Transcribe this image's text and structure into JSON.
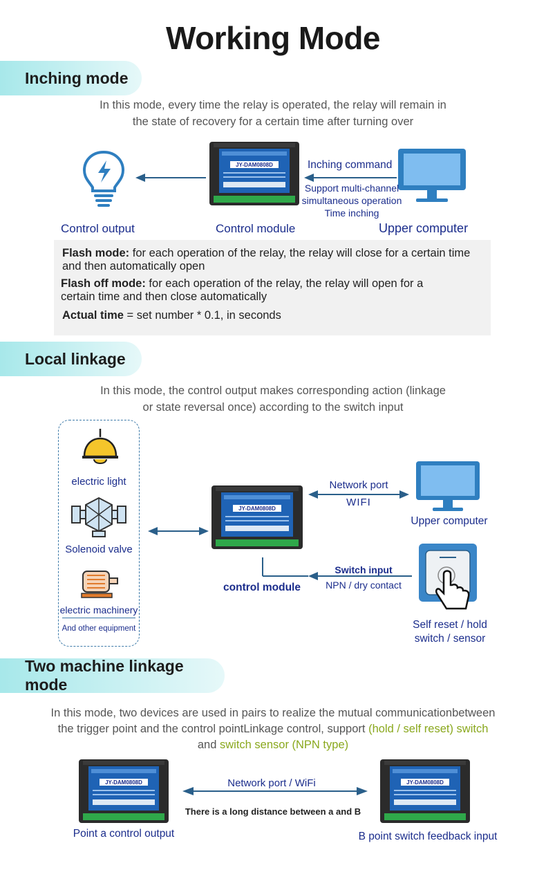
{
  "title": "Working Mode",
  "inching": {
    "heading": "Inching mode",
    "desc_line1": "In this mode, every time the relay is operated, the relay will remain in",
    "desc_line2": "the state of recovery for a certain time after turning over",
    "control_output": "Control output",
    "control_module": "Control module",
    "upper_computer": "Upper computer",
    "command": "Inching command",
    "support_line1": "Support multi-channel",
    "support_line2": "simultaneous operation",
    "support_line3": "Time inching",
    "flash_label": "Flash mode:",
    "flash_text1": " for each operation of the relay, the relay will close for a certain time",
    "flash_text2": "and then automatically open",
    "flashoff_label": "Flash off mode:",
    "flashoff_text1": " for each operation of the relay, the relay will open for a",
    "flashoff_text2": "certain time and then close automatically",
    "actual_label": "Actual time",
    "actual_text": " = set number * 0.1, in seconds"
  },
  "local": {
    "heading": "Local linkage",
    "desc_line1": "In this mode, the control output makes corresponding action (linkage",
    "desc_line2": "or state reversal once) according to the switch input",
    "electric_light": "electric light",
    "solenoid_valve": "Solenoid valve",
    "electric_machinery": "electric machinery",
    "other_equipment": "And other equipment",
    "network_port": "Network port",
    "wifi": "WIFI",
    "upper_computer": "Upper computer",
    "control_module": "control module",
    "switch_input": "Switch input",
    "npn": "NPN / dry contact",
    "self_reset1": "Self reset / hold",
    "self_reset2": "switch / sensor"
  },
  "two": {
    "heading": "Two machine linkage mode",
    "desc_line1": "In this mode, two devices are used in pairs to realize the mutual communicationbetween",
    "desc_line2a": "the trigger point and the control pointLinkage control, support ",
    "desc_line2b": "(hold / self reset) switch",
    "desc_line3a": "and ",
    "desc_line3b": "switch sensor (NPN type)",
    "network": "Network port / WiFi",
    "distance": "There is a long distance between a and B",
    "point_a": "Point a control output",
    "point_b": "B point switch feedback input"
  },
  "device_label": "JY-DAM0808D",
  "colors": {
    "accent": "#1b2d8c",
    "teal": "#a7e8ea",
    "arrow": "#2a5f8a",
    "highlight": "#8aa81e"
  }
}
